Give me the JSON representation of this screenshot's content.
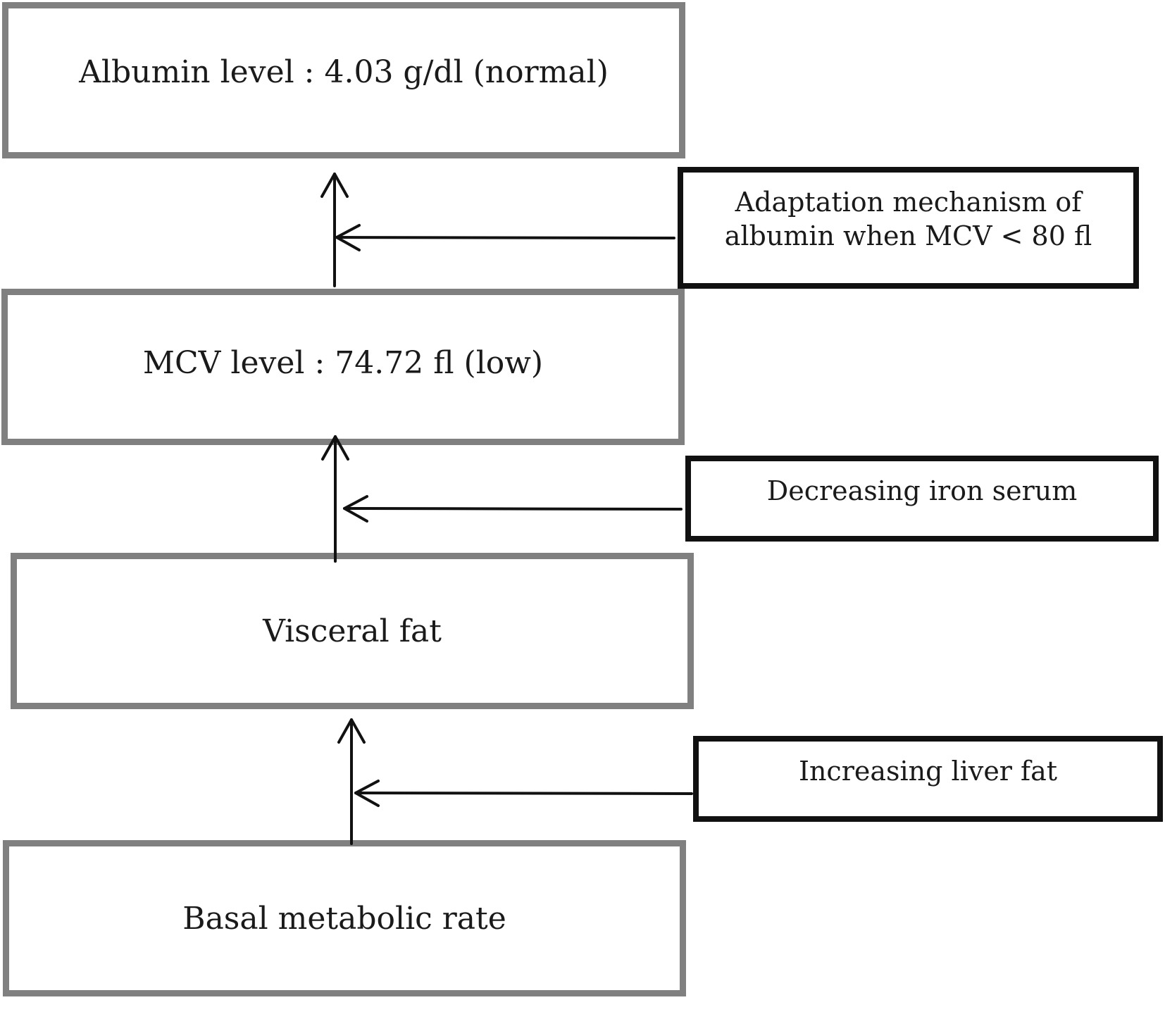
{
  "main_boxes": {
    "albumin": "Albumin level : 4.03 g/dl (normal)",
    "mcv": "MCV level : 74.72 fl (low)",
    "visceral": "Visceral fat",
    "bmr": "Basal metabolic rate"
  },
  "side_boxes": {
    "albumin_adaptation": "Adaptation mechanism of\nalbumin when MCV < 80 fl",
    "iron": "Decreasing iron serum",
    "liver": "Increasing liver fat"
  },
  "colors": {
    "main_border": "#808080",
    "side_border": "#111111",
    "arrow": "#111111"
  }
}
